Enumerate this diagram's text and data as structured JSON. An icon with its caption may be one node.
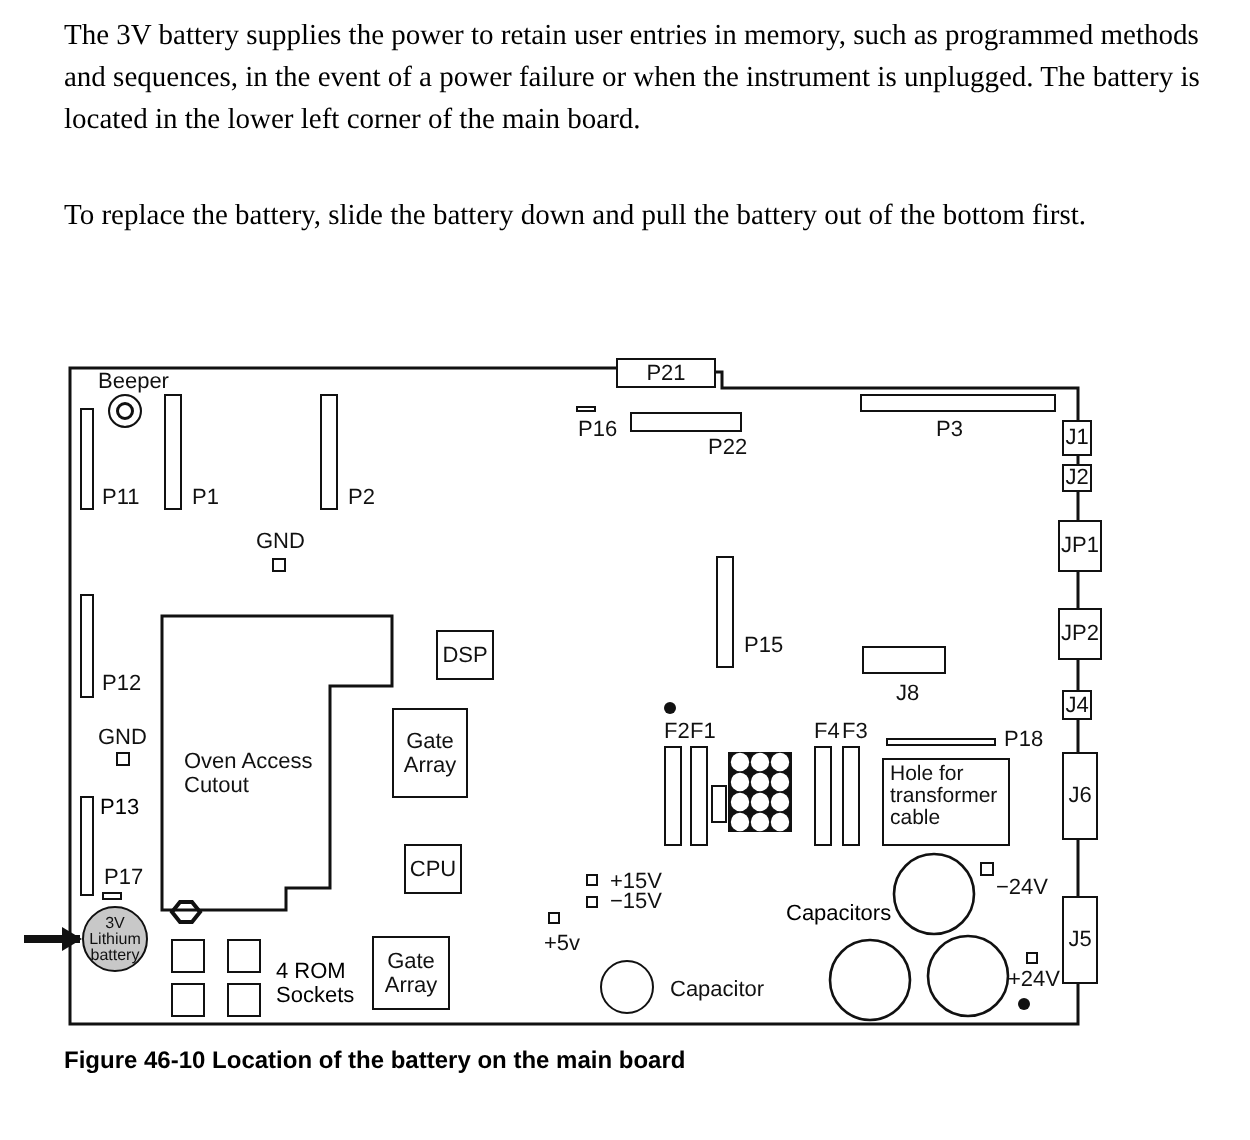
{
  "diagram": {
    "caption": "Figure 46-10 Location of the battery on the main board",
    "nodes": [
      {
        "text": [
          "P21"
        ]
      },
      {
        "text": [
          "J1"
        ]
      },
      {
        "text": [
          "J2"
        ]
      },
      {
        "text": [
          "JP1"
        ]
      },
      {
        "text": [
          "JP2"
        ]
      },
      {
        "text": [
          "J4"
        ]
      },
      {
        "text": [
          "J6"
        ]
      },
      {
        "text": [
          "J5"
        ]
      },
      {
        "text": [
          "DSP"
        ]
      },
      {
        "text": [
          "Gate Array"
        ]
      },
      {
        "text": [
          "CPU"
        ]
      },
      {
        "text": [
          "Gate Array"
        ]
      },
      {
        "text": [
          "Hole for transformer cable"
        ]
      },
      {
        "text": [
          "Oven Access Cutout"
        ]
      },
      {
        "text": [
          "3V Lithium battery"
        ]
      },
      {
        "text": [],
        "shape": "bar",
        "beside": [
          "P11"
        ]
      },
      {
        "text": [],
        "shape": "bar",
        "beside": [
          "P1"
        ]
      },
      {
        "text": [],
        "shape": "bar",
        "beside": [
          "P2"
        ]
      },
      {
        "text": [],
        "shape": "bar",
        "beside": [
          "P12"
        ]
      },
      {
        "text": [],
        "shape": "bar"
      },
      {
        "text": [],
        "shape": "bar",
        "beside": [
          "P17"
        ]
      },
      {
        "text": [],
        "shape": "bar",
        "beside": [
          "P16"
        ]
      },
      {
        "text": [],
        "shape": "bar",
        "beside": [
          "P22"
        ]
      },
      {
        "text": [],
        "shape": "bar",
        "beside": [
          "P3"
        ]
      },
      {
        "text": [],
        "shape": "bar",
        "beside": [
          "P15"
        ]
      },
      {
        "text": [],
        "shape": "box",
        "beside": [
          "J8"
        ]
      },
      {
        "text": [],
        "shape": "bar",
        "beside": [
          "P18"
        ]
      },
      {
        "text": [],
        "shape": "box",
        "beside": [
          "GND"
        ]
      },
      {
        "text": [],
        "shape": "box",
        "beside": [
          "GND"
        ]
      },
      {
        "text": [],
        "shape": "circle",
        "beside": [
          "Beeper"
        ]
      },
      {
        "text": [],
        "shape": "box",
        "beside": [
          "+15V"
        ]
      },
      {
        "text": [],
        "shape": "box",
        "beside": [
          "−15V"
        ]
      },
      {
        "text": [],
        "shape": "box",
        "beside": [
          "+5v"
        ]
      },
      {
        "text": [],
        "shape": "box",
        "beside": [
          "−24V"
        ]
      },
      {
        "text": [],
        "shape": "box",
        "beside": [
          "+24V"
        ]
      },
      {
        "text": [],
        "shape": "circle",
        "beside": [
          "Capacitor"
        ]
      },
      {
        "text": [],
        "shape": "bar",
        "beside": [
          "F2"
        ]
      },
      {
        "text": [],
        "shape": "bar",
        "beside": [
          "F1"
        ]
      },
      {
        "text": [],
        "shape": "bar",
        "beside": [
          "F4"
        ]
      },
      {
        "text": [],
        "shape": "bar",
        "beside": [
          "F3"
        ]
      }
    ],
    "edges": [
      {
        "from": null,
        "to": 14,
        "arrow": "to"
      }
    ],
    "labels": [
      "The 3V battery supplies the power to retain user entries in memory, such as programmed methods and sequences, in the event of a power failure or when the instrument is unplugged. The battery is located in the lower left corner of the main board.",
      "To replace the battery, slide the battery down and pull the battery out of the bottom first.",
      "4 ROM Sockets",
      "Capacitors",
      "P13"
    ]
  }
}
